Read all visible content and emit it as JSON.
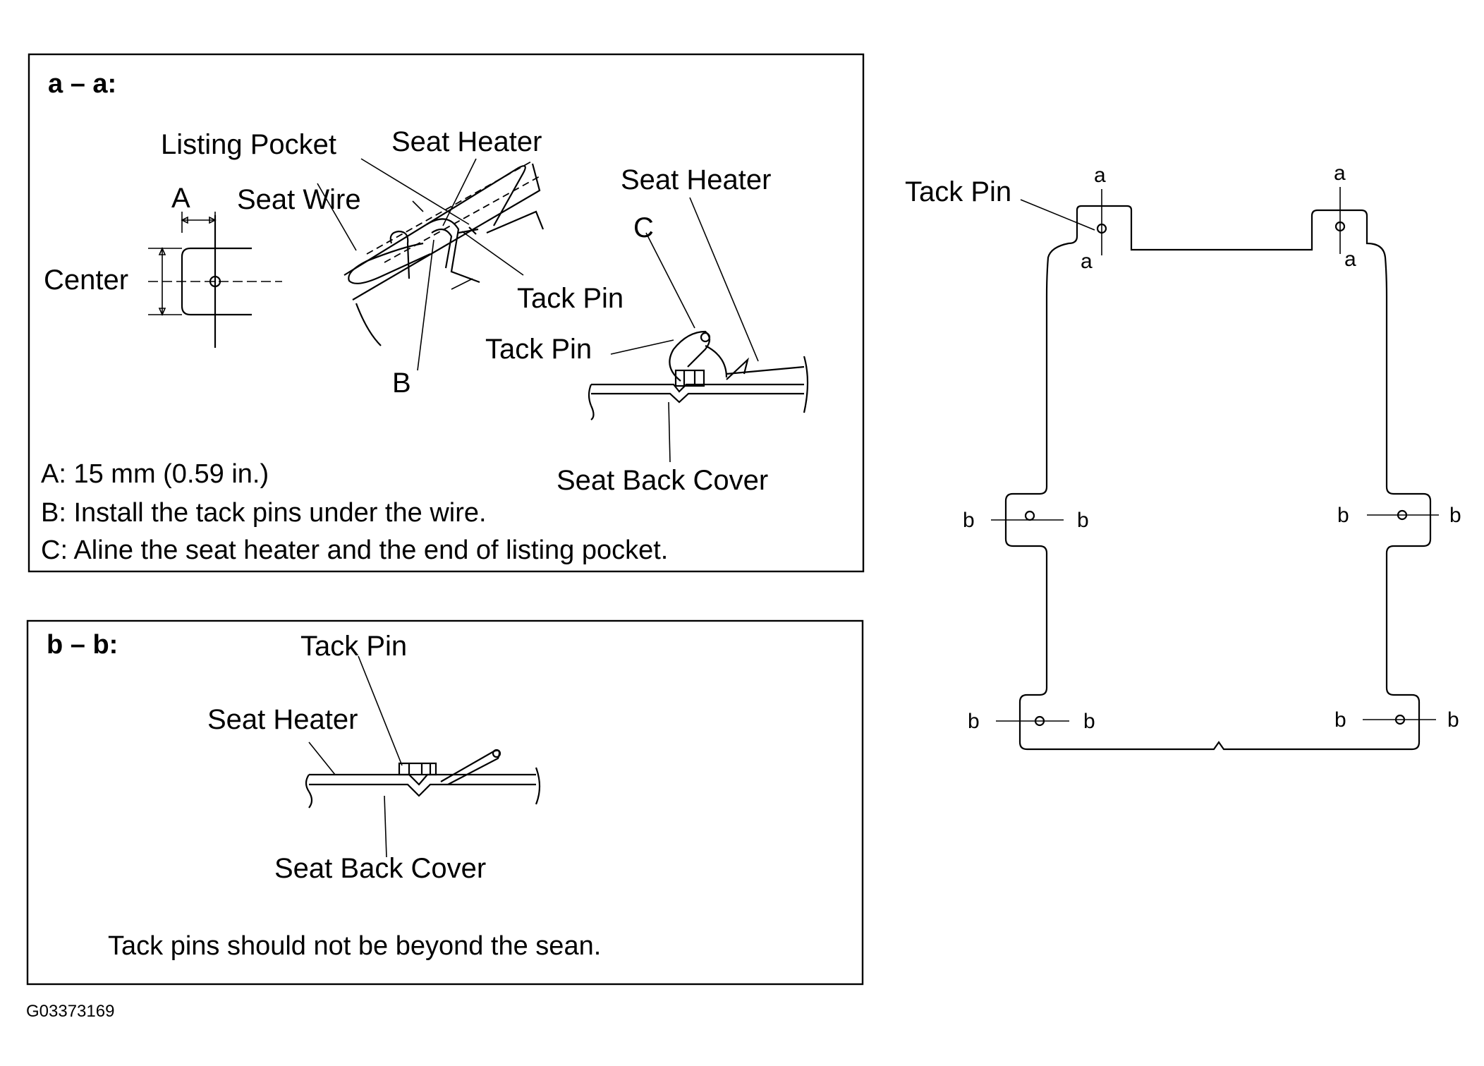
{
  "panel_a": {
    "heading": "a – a:",
    "labels": {
      "listing_pocket": "Listing Pocket",
      "seat_heater_top": "Seat Heater",
      "seat_heater_right": "Seat Heater",
      "letter_a": "A",
      "seat_wire": "Seat Wire",
      "center": "Center",
      "letter_c": "C",
      "tack_pin_1": "Tack Pin",
      "tack_pin_2": "Tack Pin",
      "letter_b": "B",
      "seat_back_cover": "Seat Back Cover"
    },
    "notes": [
      "A: 15 mm (0.59 in.)",
      "B: Install the tack pins under the wire.",
      "C: Aline the seat heater and the end of listing pocket."
    ]
  },
  "panel_b": {
    "heading": "b – b:",
    "labels": {
      "tack_pin": "Tack Pin",
      "seat_heater": "Seat Heater",
      "seat_back_cover": "Seat Back Cover"
    },
    "note": "Tack pins should not be beyond the sean."
  },
  "outline": {
    "tack_pin_label": "Tack Pin",
    "section_a": "a",
    "section_b": "b"
  },
  "figure_code": "G03373169"
}
